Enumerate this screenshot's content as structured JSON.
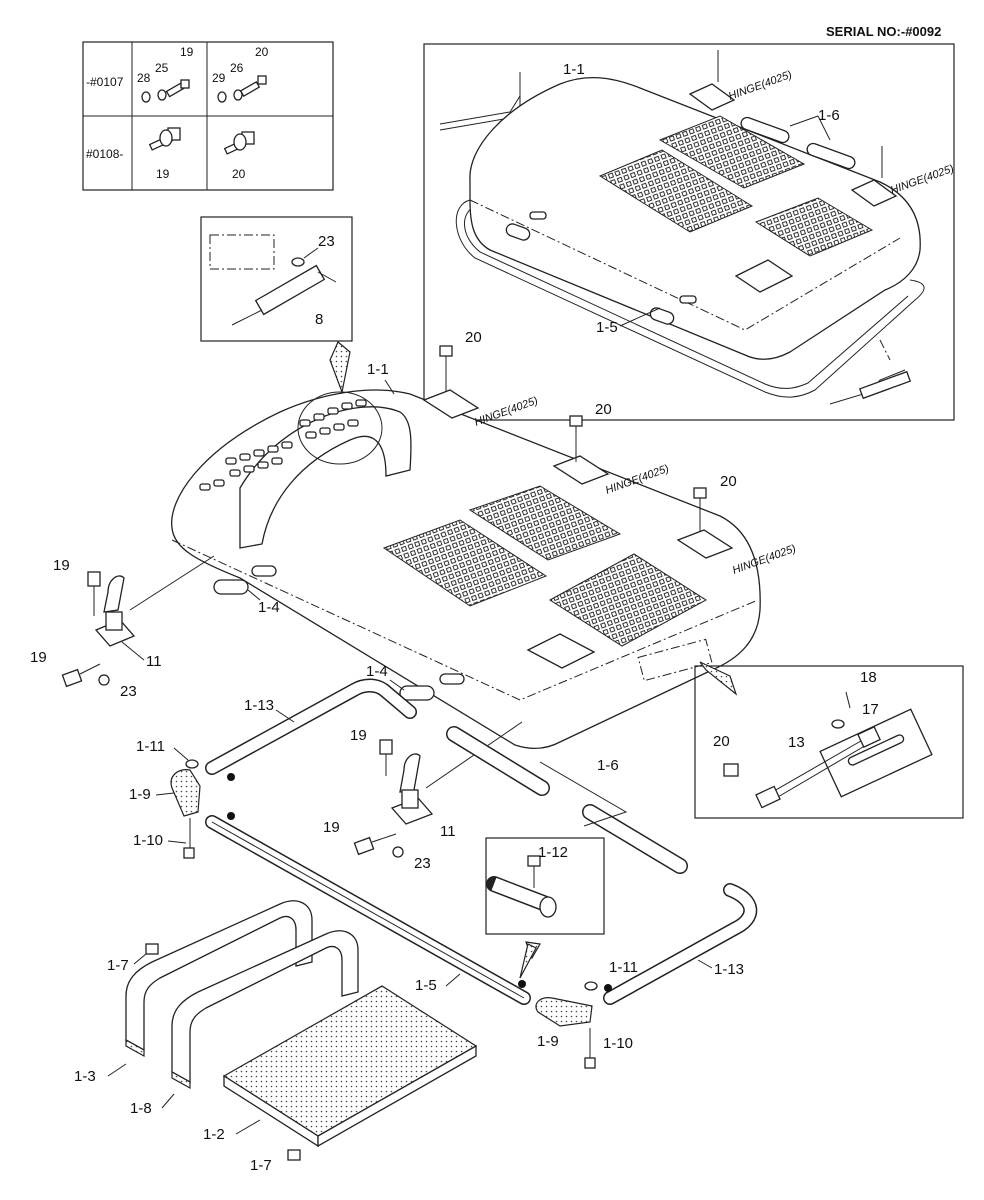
{
  "header": {
    "serial": "SERIAL NO:-#0092"
  },
  "table": {
    "row1": "-#0107",
    "row2": "#0108-",
    "r1a": [
      "28",
      "25",
      "19"
    ],
    "r1b": [
      "29",
      "26",
      "20"
    ],
    "r2a": "19",
    "r2b": "20"
  },
  "hinge_label": "HINGE(4025)",
  "parts": {
    "p1_1": "1-1",
    "p1_2": "1-2",
    "p1_3": "1-3",
    "p1_4": "1-4",
    "p1_5": "1-5",
    "p1_6": "1-6",
    "p1_7": "1-7",
    "p1_8": "1-8",
    "p1_9": "1-9",
    "p1_10": "1-10",
    "p1_11": "1-11",
    "p1_12": "1-12",
    "p1_13": "1-13",
    "p8": "8",
    "p11": "11",
    "p13": "13",
    "p17": "17",
    "p18": "18",
    "p19": "19",
    "p20": "20",
    "p23": "23"
  }
}
